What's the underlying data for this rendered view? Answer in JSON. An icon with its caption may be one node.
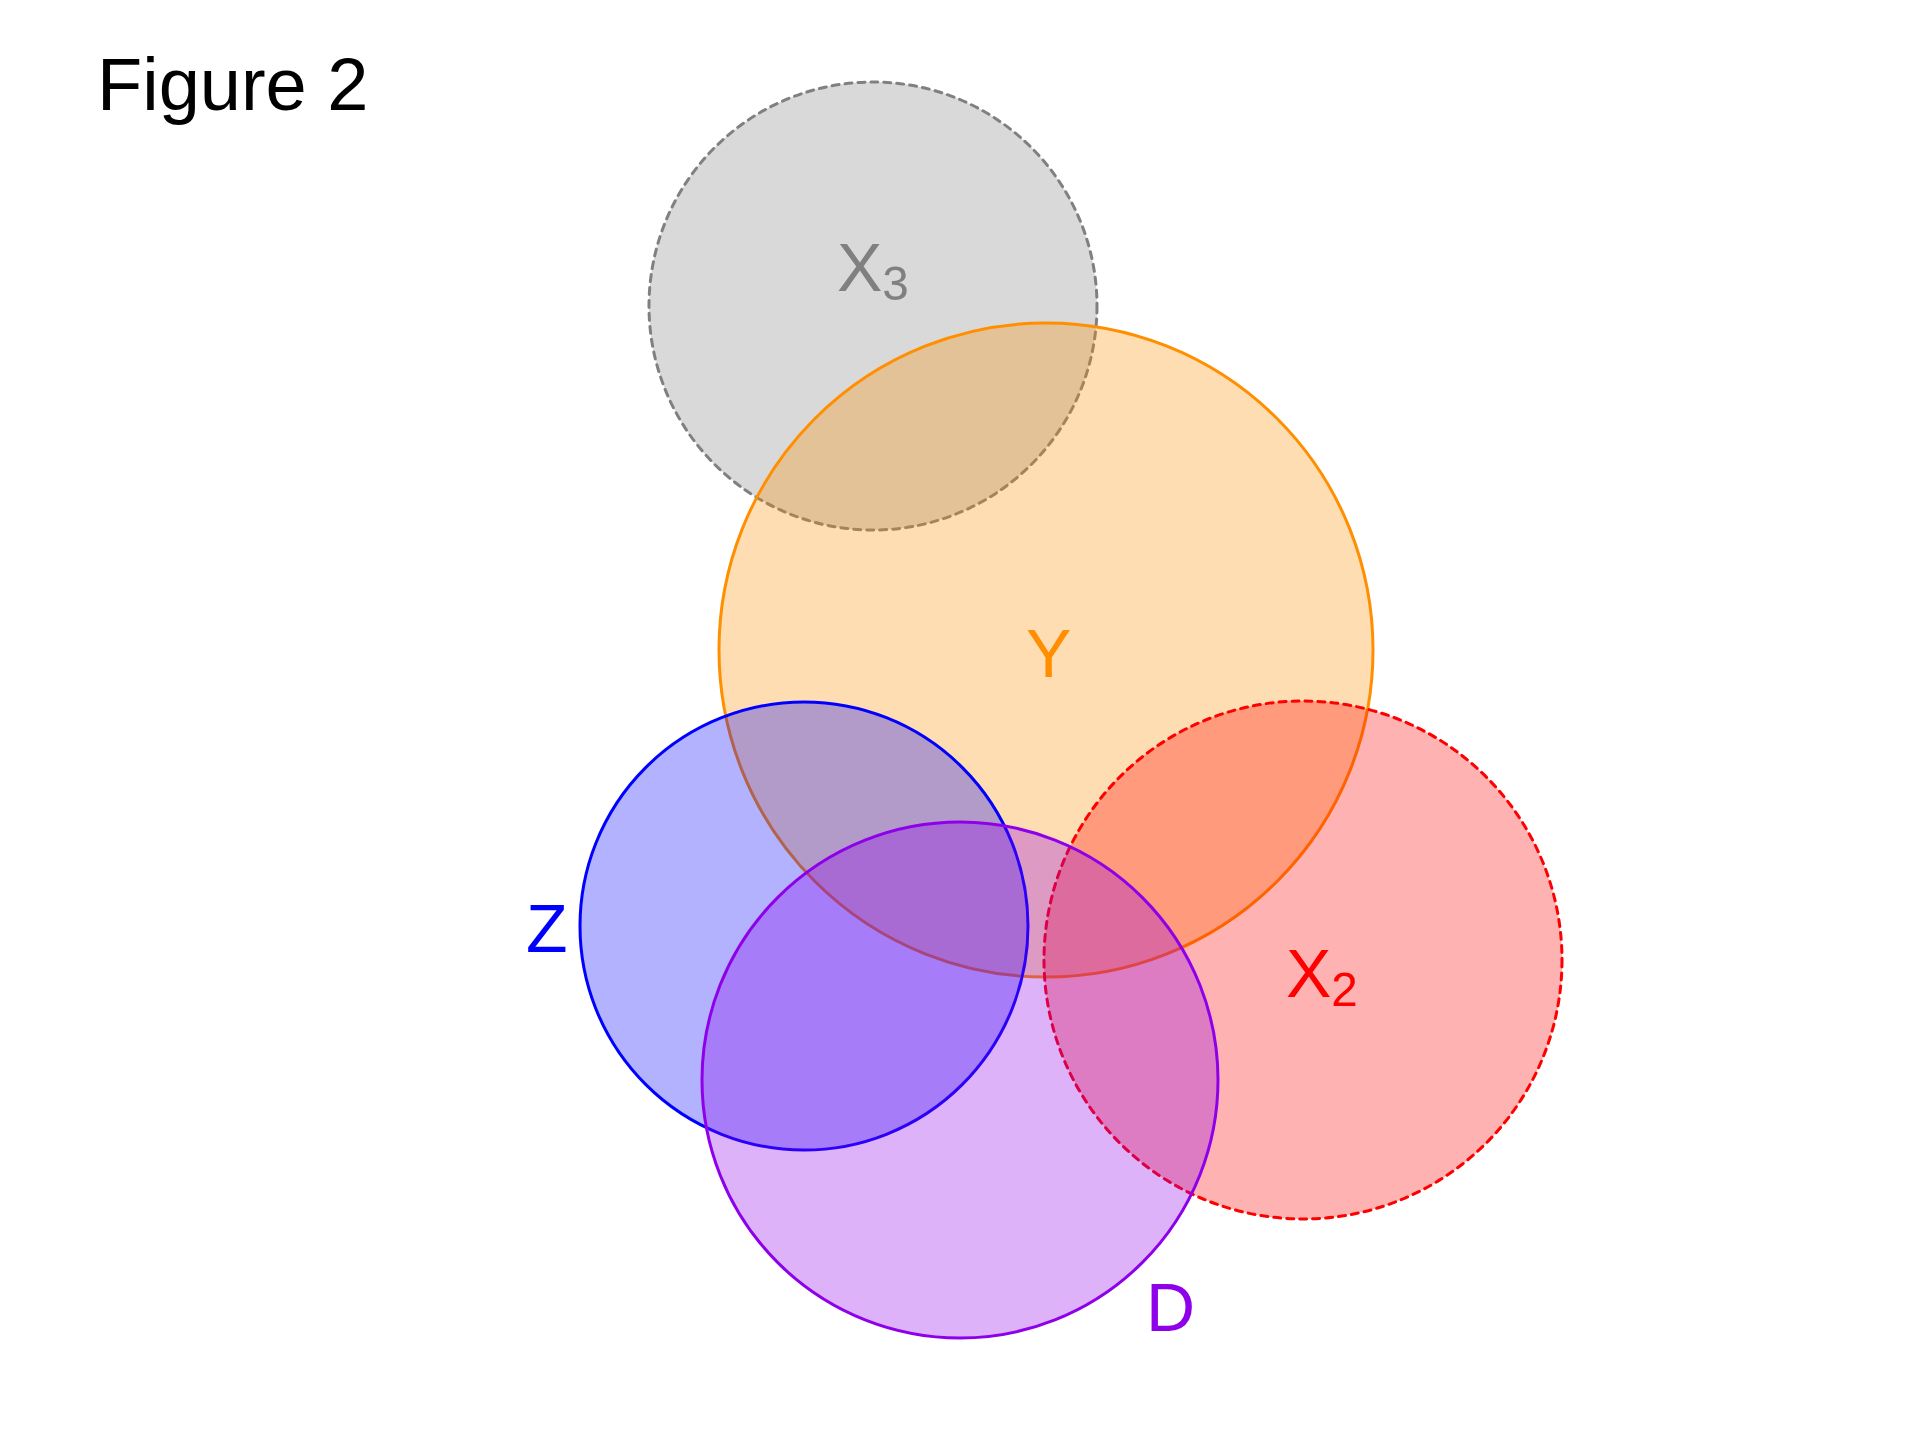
{
  "diagram": {
    "title": "Figure 2",
    "nodes": [
      {
        "text": [
          "X$_{3}$"
        ]
      },
      {
        "text": [
          "Y"
        ]
      },
      {
        "text": [
          "Z"
        ]
      },
      {
        "text": [
          "X$_{2}$"
        ]
      },
      {
        "text": [
          "D"
        ]
      }
    ]
  }
}
